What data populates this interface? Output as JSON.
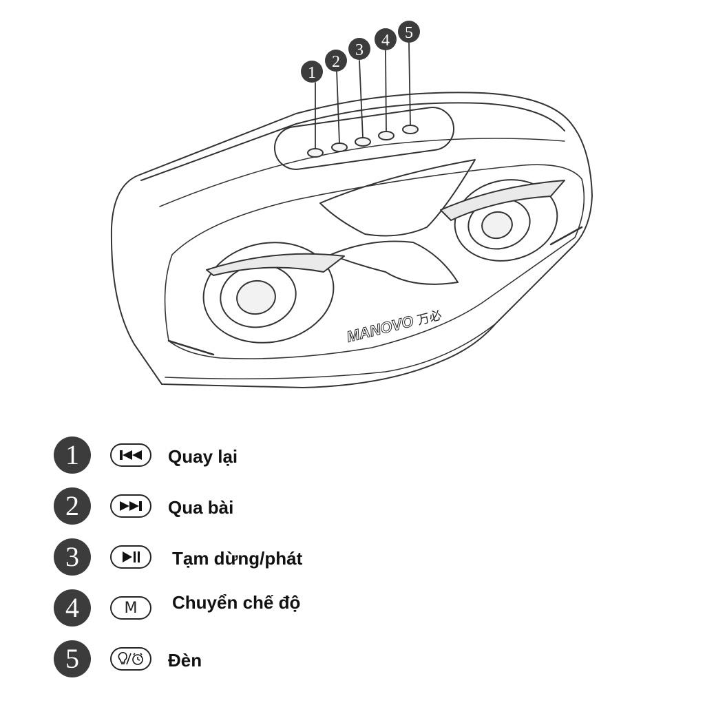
{
  "brand": {
    "logo_text": "MANOVO",
    "logo_cn": "万必"
  },
  "callout_numbers": [
    "1",
    "2",
    "3",
    "4",
    "5"
  ],
  "legend": [
    {
      "number": "1",
      "icon": "previous-track-icon",
      "label": "Quay lại"
    },
    {
      "number": "2",
      "icon": "next-track-icon",
      "label": "Qua bài"
    },
    {
      "number": "3",
      "icon": "play-pause-icon",
      "label": "Tạm dừng/phát"
    },
    {
      "number": "4",
      "icon": "mode-icon",
      "icon_text": "M",
      "label": "Chuyển chế độ"
    },
    {
      "number": "5",
      "icon": "light-alarm-icon",
      "label": "Đèn"
    }
  ],
  "colors": {
    "number_circle": "#3c3c3c",
    "line": "#222222",
    "background": "#ffffff"
  }
}
